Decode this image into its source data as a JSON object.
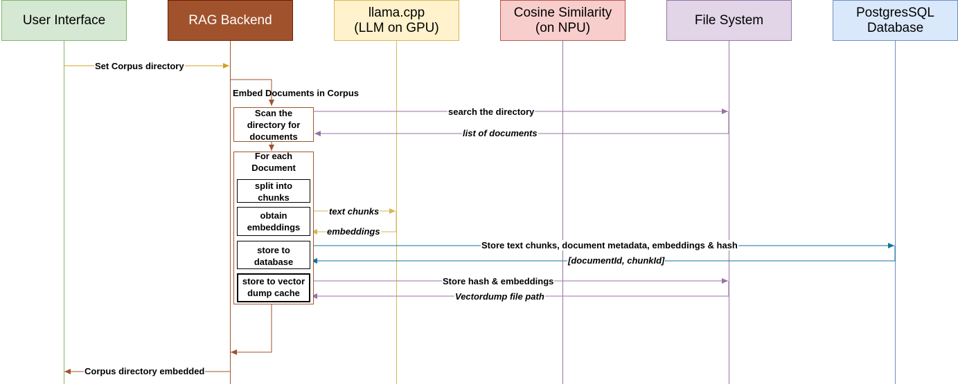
{
  "participants": [
    {
      "id": "ui",
      "label": "User Interface",
      "fill": "#d5e8d4",
      "stroke": "#82b366",
      "line": "#82b366"
    },
    {
      "id": "rag",
      "label": "RAG Backend",
      "fill": "#a0522d",
      "stroke": "#6d1f00",
      "line": "#a0522d",
      "text": "#ffffff"
    },
    {
      "id": "llama",
      "label": "llama.cpp\n(LLM on GPU)",
      "fill": "#fff2cc",
      "stroke": "#d6b656",
      "line": "#d6b656"
    },
    {
      "id": "cos",
      "label": "Cosine Similarity\n(on NPU)",
      "fill": "#f8cecc",
      "stroke": "#b85450",
      "line": "#9673a6"
    },
    {
      "id": "fs",
      "label": "File System",
      "fill": "#e1d5e7",
      "stroke": "#9673a6",
      "line": "#9673a6"
    },
    {
      "id": "db",
      "label": "PostgresSQL\nDatabase",
      "fill": "#dae8fc",
      "stroke": "#6c8ebf",
      "line": "#6c8ebf"
    }
  ],
  "boxes": {
    "scan": "Scan the\ndirectory for\ndocuments",
    "for_each": "For each\nDocument",
    "split": "split into\nchunks",
    "embed": "obtain\nembeddings",
    "store_db": "store to\ndatabase",
    "store_vec": "store to vector\ndump cache"
  },
  "messages": {
    "set_corpus": "Set Corpus directory",
    "embed_docs": "Embed Documents in Corpus",
    "search_dir": "search the directory",
    "list_docs": "list of documents",
    "text_chunks": "text chunks",
    "embeddings": "embeddings",
    "store_text": "Store text chunks, document metadata, embeddings & hash",
    "doc_chunk_id": "[documentId, chunkId]",
    "store_hash": "Store hash & embeddings",
    "vector_path": "Vectordump file path",
    "corpus_embedded": "Corpus directory embedded"
  },
  "colors": {
    "ui_arrow": "#d6a121",
    "rag_arrow": "#a0522d",
    "fs_arrow": "#9673a6",
    "llama_arrow": "#d6b656",
    "db_arrow": "#10739e"
  }
}
